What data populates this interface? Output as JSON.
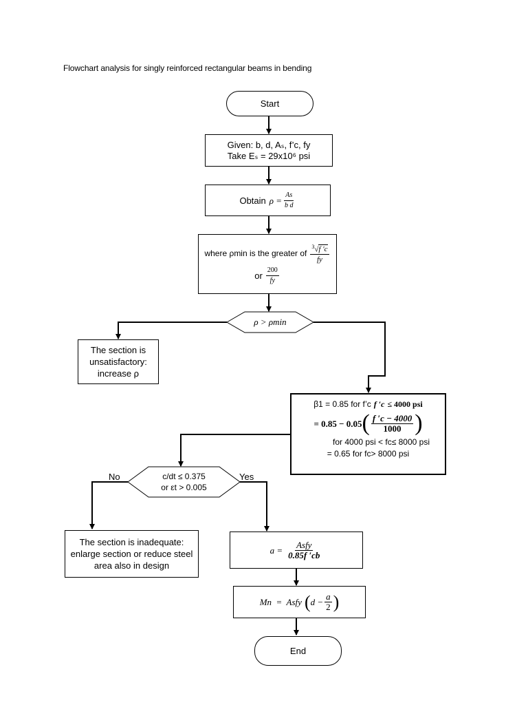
{
  "title": "Flowchart analysis  for singly reinforced rectangular beams in bending",
  "nodes": {
    "start": {
      "label": "Start"
    },
    "given": {
      "line1": "Given: b, d, Aₛ, f’c, fy",
      "line2": "Take Eₛ = 29x10⁶ psi"
    },
    "obtain": {
      "prefix": "Obtain",
      "rho": "ρ =",
      "num": "As",
      "den": "b d"
    },
    "rho_min": {
      "prefix": "where ρmin is the greater of",
      "root_index": "3",
      "radicand": "f ′c",
      "den1": "fy",
      "or": "or",
      "num2": "200",
      "den2": "fy"
    },
    "check": {
      "label": "ρ >  ρmin"
    },
    "unsat": {
      "line1": "The section is",
      "line2": "unsatisfactory:",
      "line3": "increase ρ"
    },
    "beta": {
      "line1_prefix": "β1 = 0.85 for f’c",
      "line1_f": "f ′c",
      "line1_rest": "≤ 4000 psi",
      "line2_prefix": "= 0.85 − 0.05",
      "line2_num": "f ′c − 4000",
      "line2_den": "1000",
      "line3": "for 4000 psi < fc≤ 8000 psi",
      "line4": "= 0.65 for fc> 8000 psi"
    },
    "strain": {
      "line1": "c/dt ≤ 0.375",
      "line2": "or εt > 0.005",
      "no": "No",
      "yes": "Yes"
    },
    "inadequate": {
      "line1": "The section is inadequate:",
      "line2": "enlarge section or reduce steel",
      "line3": "area also in design"
    },
    "a_eq": {
      "lhs": "a =",
      "num": "Asfy",
      "den": "0.85f ′cb"
    },
    "mn_eq": {
      "lhs": "Mn  =  Asfy",
      "paren_left": "(",
      "d_minus": "d −",
      "num": "a",
      "den": "2",
      "paren_right": ")"
    },
    "end": {
      "label": "End"
    }
  }
}
